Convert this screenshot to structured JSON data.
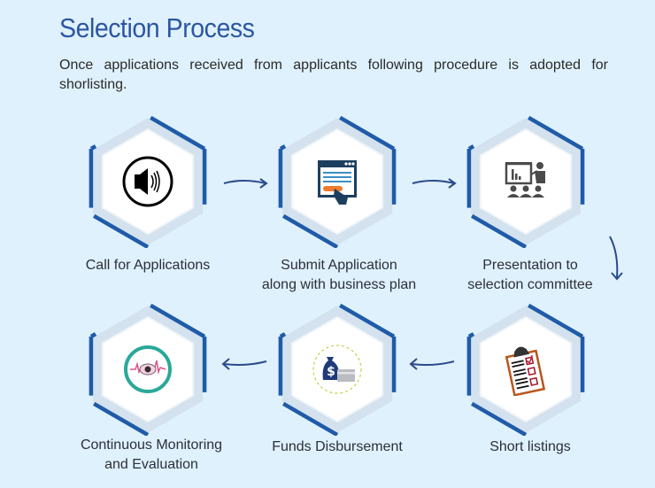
{
  "header": {
    "title": "Selection Process",
    "intro": "Once applications received from applicants following procedure is adopted for shorlisting."
  },
  "steps": [
    {
      "label_line1": "Call for Applications",
      "label_line2": "",
      "icon": "speaker-icon"
    },
    {
      "label_line1": "Submit Application",
      "label_line2": "along with business plan",
      "icon": "web-form-click-icon"
    },
    {
      "label_line1": "Presentation to",
      "label_line2": "selection committee",
      "icon": "presentation-icon"
    },
    {
      "label_line1": "Short listings",
      "label_line2": "",
      "icon": "clipboard-checklist-icon"
    },
    {
      "label_line1": "Funds Disbursement",
      "label_line2": "",
      "icon": "money-bag-card-icon"
    },
    {
      "label_line1": "Continuous Monitoring",
      "label_line2": "and Evaluation",
      "icon": "eye-monitoring-icon"
    }
  ],
  "colors": {
    "background": "#dff1fc",
    "hex_border": "#1f5ba8",
    "title": "#2c56a3",
    "arrow": "#2a4a8a"
  }
}
